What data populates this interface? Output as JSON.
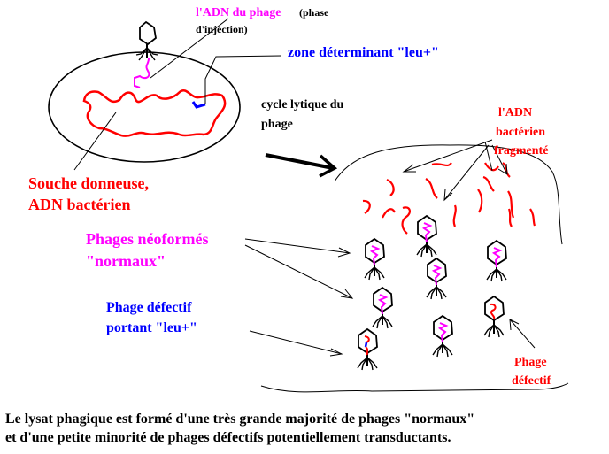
{
  "labels": {
    "adn_phage": "l'ADN du phage",
    "phase_1": "(phase",
    "phase_2": "d'injection)",
    "zone_leu": "zone déterminant \"leu+\"",
    "cycle_1": "cycle lytique du",
    "cycle_2": "phage",
    "adn_bact_1": "l'ADN",
    "adn_bact_2": "bactérien",
    "adn_bact_3": "fragmenté",
    "souche_1": "Souche donneuse,",
    "souche_2": "ADN bactérien",
    "phages_neo_1": "Phages néoformés",
    "phages_neo_2": "\"normaux\"",
    "defectif_1": "Phage défectif",
    "defectif_2": "portant \"leu+\"",
    "phage_def_1": "Phage",
    "phage_def_2": "défectif"
  },
  "caption": {
    "line1": "Le lysat phagique est formé d'une très grande majorité  de phages \"normaux\"",
    "line2": "et d'une petite minorité de phages défectifs potentiellement transductants."
  },
  "colors": {
    "red": "#ff0000",
    "magenta": "#ff00ff",
    "blue": "#0000ff",
    "black": "#000000"
  }
}
